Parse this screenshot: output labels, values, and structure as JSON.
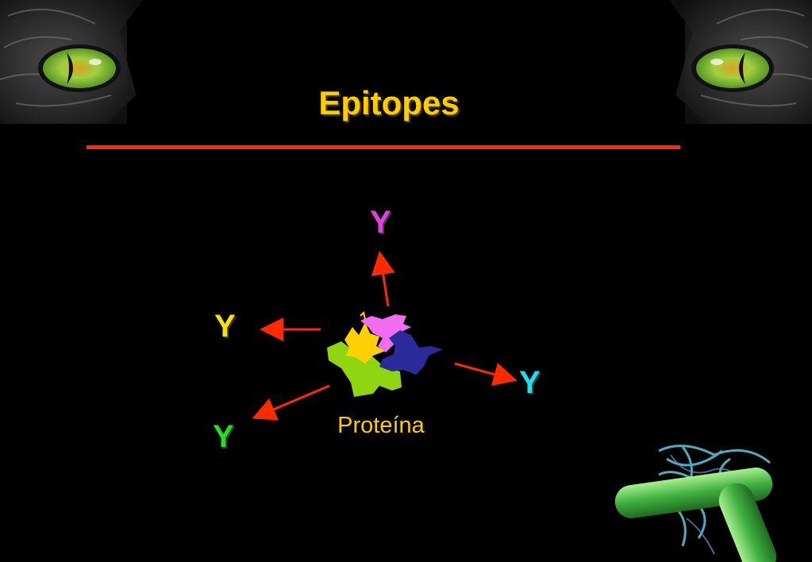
{
  "slide": {
    "title": "Epitopes",
    "protein_label": "Proteína",
    "antibodies": [
      {
        "label": "Y",
        "color": "#e040e0"
      },
      {
        "label": "Y",
        "color": "#ffe000"
      },
      {
        "label": "Y",
        "color": "#20e0f0"
      },
      {
        "label": "Y",
        "color": "#20e020"
      }
    ]
  },
  "colors": {
    "background": "#000000",
    "title": "#ffcc00",
    "rule": "#ff2a00",
    "arrow": "#ff2a00",
    "protein_green": "#8fd610",
    "protein_pink": "#f06cf0",
    "protein_yellow": "#ffd000",
    "protein_navy": "#2a2a9a"
  },
  "icons": [
    "cat-eye-left-icon",
    "cat-eye-right-icon",
    "bacteria-icon",
    "protein-icon"
  ]
}
